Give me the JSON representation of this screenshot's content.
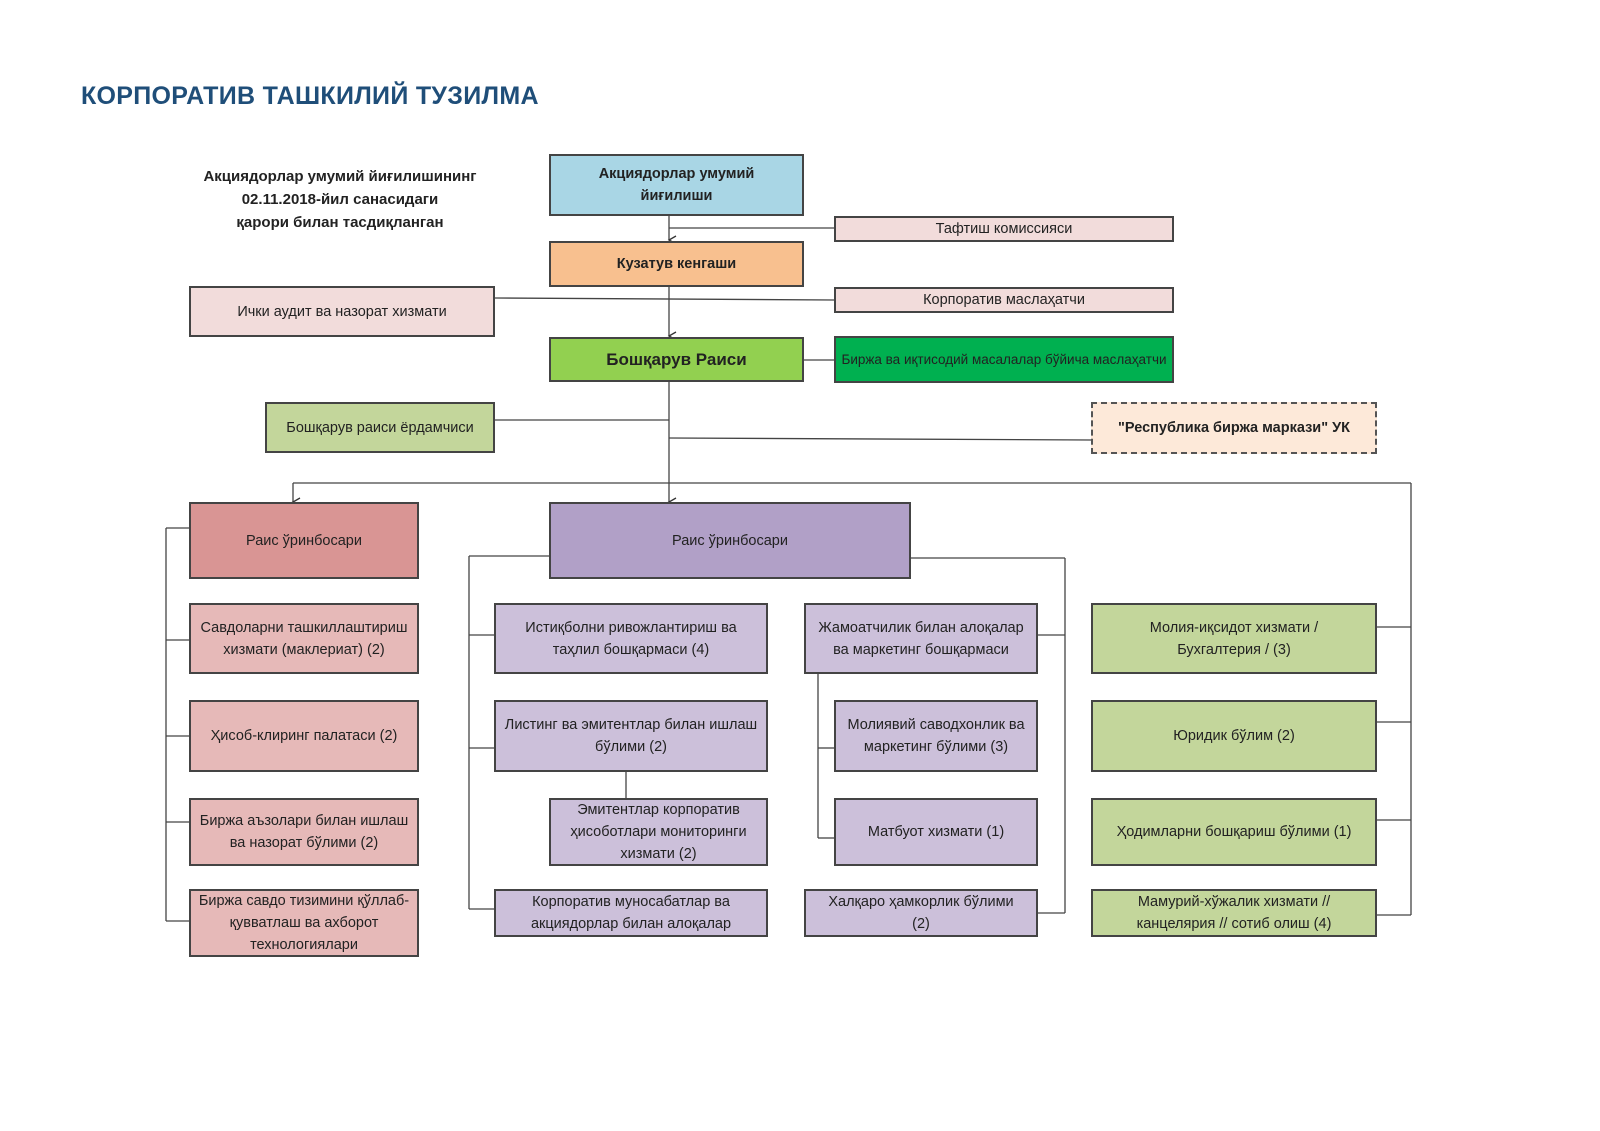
{
  "title": "КОРПОРАТИВ ТАШКИЛИЙ ТУЗИЛМА",
  "approval_note": [
    "Акциядорлар умумий йиғилишининг",
    "02.11.2018-йил санасидаги",
    "қарори билан тасдиқланган"
  ],
  "colors": {
    "title": "#1f4e79",
    "shareholders": "#a9d6e5",
    "supervisory": "#f8c08f",
    "pink_light": "#f2dcdb",
    "chairman": "#92d050",
    "advisor_green": "#00b050",
    "olive_light": "#c3d69b",
    "dashed_peach": "#fde9d9",
    "rose": "#d99594",
    "rose_light": "#e6b9b8",
    "purple": "#b1a0c7",
    "lavender": "#ccc0da"
  },
  "boxes": {
    "shareholders_meeting": "Акциядорлар умумий йиғилиши",
    "audit_commission": "Тафтиш комиссияси",
    "supervisory_board": "Кузатув кенгаши",
    "internal_audit": "Ички аудит ва назорат хизмати",
    "corporate_consultant": "Корпоратив маслаҳатчи",
    "chairman": "Бошқарув Раиси",
    "exchange_advisor": "Биржа ва иқтисодий масалалар бўйича маслаҳатчи",
    "chairman_assistant": "Бошқарув раиси ёрдамчиси",
    "republic_exchange_center": "\"Республика биржа маркази\" УК",
    "deputy_left": "Раис ўринбосари",
    "deputy_center": "Раис ўринбосари",
    "trade_org_service": "Савдоларни ташкиллаштириш хизмати (маклериат) (2)",
    "clearing_house": "Ҳисоб-клиринг палатаси (2)",
    "members_control": "Биржа аъзолари билан ишлаш ва назорат бўлими (2)",
    "trade_system_support": "Биржа савдо тизимини қўллаб-қувватлаш ва ахборот технологиялари",
    "strategic_development": "Истиқболни ривожлантириш ва таҳлил бошқармаси (4)",
    "listing_issuers": "Листинг ва эмитентлар билан ишлаш бўлими (2)",
    "issuers_monitoring": "Эмитентлар корпоратив ҳисоботлари мониторинги хизмати (2)",
    "corporate_relations": "Корпоратив муносабатлар ва акциядорлар билан алоқалар",
    "public_relations": "Жамоатчилик билан алоқалар ва маркетинг бошқармаси",
    "financial_literacy": "Молиявий саводхонлик ва маркетинг бўлими (3)",
    "press_service": "Матбуот хизмати (1)",
    "international_cooperation": "Халқаро ҳамкорлик бўлими (2)",
    "finance_accounting": "Молия-иқсидот хизмати /Бухгалтерия / (3)",
    "legal_department": "Юридик бўлим (2)",
    "hr_department": "Ҳодимларни бошқариш бўлими (1)",
    "admin_service": "Мамурий-хўжалик хизмати // канцелярия // сотиб олиш (4)"
  }
}
